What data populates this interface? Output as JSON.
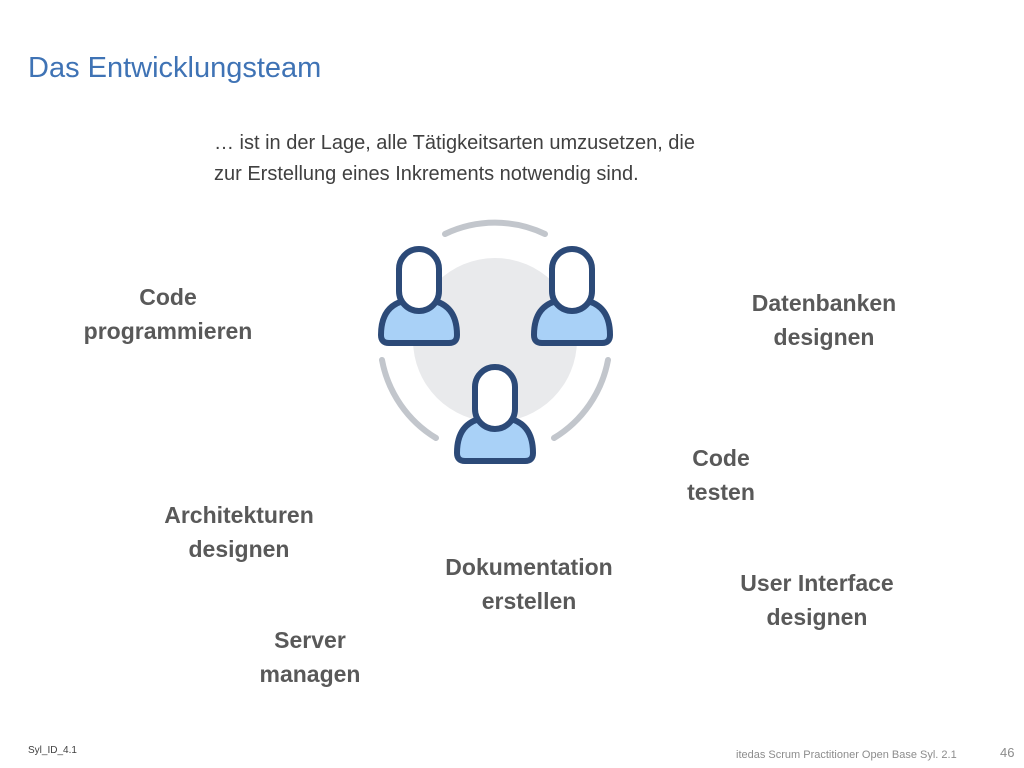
{
  "slide": {
    "title": "Das Entwicklungsteam",
    "subtitle_line1": "… ist in der Lage, alle Tätigkeitsarten umzusetzen, die",
    "subtitle_line2": "zur Erstellung eines Inkrements notwendig sind."
  },
  "activities": {
    "code_programmieren": [
      "Code",
      "programmieren"
    ],
    "datenbanken_designen": [
      "Datenbanken",
      "designen"
    ],
    "code_testen": [
      "Code",
      "testen"
    ],
    "architekturen_designen": [
      "Architekturen",
      "designen"
    ],
    "dokumentation_erstellen": [
      "Dokumentation",
      "erstellen"
    ],
    "user_interface_designen": [
      "User Interface",
      "designen"
    ],
    "server_managen": [
      "Server",
      "managen"
    ]
  },
  "team_graphic": {
    "icon": "team-people-icon",
    "person_fill": "#a9d1f7",
    "person_stroke": "#2c4a78",
    "ring_color": "#c2c6cc",
    "center_color": "#e9eaec"
  },
  "footer": {
    "left": "Syl_ID_4.1",
    "center": "itedas Scrum Practitioner Open Base Syl. 2.1",
    "page": "46"
  },
  "colors": {
    "title": "#3f73b5",
    "activity_text": "#595959",
    "body_text": "#404040"
  }
}
